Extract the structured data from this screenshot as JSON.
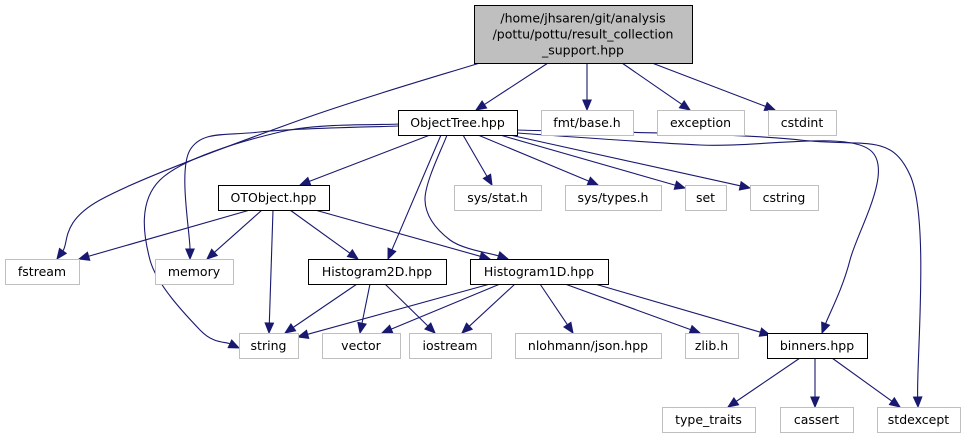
{
  "graph": {
    "type": "include-dependency-graph",
    "edge_color": "#191970",
    "nodes": [
      {
        "id": "root",
        "kind": "root",
        "lines": [
          "/home/jhsaren/git/analysis",
          "/pottu/pottu/result_collection",
          "_support.hpp"
        ]
      },
      {
        "id": "objecttree",
        "kind": "local",
        "lines": [
          "ObjectTree.hpp"
        ]
      },
      {
        "id": "fmtbase",
        "kind": "system",
        "lines": [
          "fmt/base.h"
        ]
      },
      {
        "id": "exception",
        "kind": "system",
        "lines": [
          "exception"
        ]
      },
      {
        "id": "cstdint",
        "kind": "system",
        "lines": [
          "cstdint"
        ]
      },
      {
        "id": "otobject",
        "kind": "local",
        "lines": [
          "OTObject.hpp"
        ]
      },
      {
        "id": "sysstat",
        "kind": "system",
        "lines": [
          "sys/stat.h"
        ]
      },
      {
        "id": "systypes",
        "kind": "system",
        "lines": [
          "sys/types.h"
        ]
      },
      {
        "id": "set",
        "kind": "system",
        "lines": [
          "set"
        ]
      },
      {
        "id": "cstring",
        "kind": "system",
        "lines": [
          "cstring"
        ]
      },
      {
        "id": "fstream",
        "kind": "system",
        "lines": [
          "fstream"
        ]
      },
      {
        "id": "memory",
        "kind": "system",
        "lines": [
          "memory"
        ]
      },
      {
        "id": "histogram2d",
        "kind": "local",
        "lines": [
          "Histogram2D.hpp"
        ]
      },
      {
        "id": "histogram1d",
        "kind": "local",
        "lines": [
          "Histogram1D.hpp"
        ]
      },
      {
        "id": "string",
        "kind": "system",
        "lines": [
          "string"
        ]
      },
      {
        "id": "vector",
        "kind": "system",
        "lines": [
          "vector"
        ]
      },
      {
        "id": "iostream",
        "kind": "system",
        "lines": [
          "iostream"
        ]
      },
      {
        "id": "nlohmannjson",
        "kind": "system",
        "lines": [
          "nlohmann/json.hpp"
        ]
      },
      {
        "id": "zlib",
        "kind": "system",
        "lines": [
          "zlib.h"
        ]
      },
      {
        "id": "binners",
        "kind": "local",
        "lines": [
          "binners.hpp"
        ]
      },
      {
        "id": "typetraits",
        "kind": "system",
        "lines": [
          "type_traits"
        ]
      },
      {
        "id": "cassert",
        "kind": "system",
        "lines": [
          "cassert"
        ]
      },
      {
        "id": "stdexcept",
        "kind": "system",
        "lines": [
          "stdexcept"
        ]
      }
    ],
    "edges": [
      {
        "from": "root",
        "to": "fstream"
      },
      {
        "from": "root",
        "to": "objecttree"
      },
      {
        "from": "root",
        "to": "fmtbase"
      },
      {
        "from": "root",
        "to": "exception"
      },
      {
        "from": "root",
        "to": "cstdint"
      },
      {
        "from": "objecttree",
        "to": "otobject"
      },
      {
        "from": "objecttree",
        "to": "memory"
      },
      {
        "from": "objecttree",
        "to": "string"
      },
      {
        "from": "objecttree",
        "to": "histogram2d"
      },
      {
        "from": "objecttree",
        "to": "histogram1d"
      },
      {
        "from": "objecttree",
        "to": "sysstat"
      },
      {
        "from": "objecttree",
        "to": "systypes"
      },
      {
        "from": "objecttree",
        "to": "set"
      },
      {
        "from": "objecttree",
        "to": "cstring"
      },
      {
        "from": "objecttree",
        "to": "binners"
      },
      {
        "from": "objecttree",
        "to": "stdexcept"
      },
      {
        "from": "otobject",
        "to": "fstream"
      },
      {
        "from": "otobject",
        "to": "memory"
      },
      {
        "from": "otobject",
        "to": "string"
      },
      {
        "from": "otobject",
        "to": "histogram2d"
      },
      {
        "from": "otobject",
        "to": "histogram1d"
      },
      {
        "from": "histogram2d",
        "to": "string"
      },
      {
        "from": "histogram2d",
        "to": "vector"
      },
      {
        "from": "histogram2d",
        "to": "iostream"
      },
      {
        "from": "histogram1d",
        "to": "string"
      },
      {
        "from": "histogram1d",
        "to": "vector"
      },
      {
        "from": "histogram1d",
        "to": "iostream"
      },
      {
        "from": "histogram1d",
        "to": "nlohmannjson"
      },
      {
        "from": "histogram1d",
        "to": "zlib"
      },
      {
        "from": "histogram1d",
        "to": "binners"
      },
      {
        "from": "binners",
        "to": "typetraits"
      },
      {
        "from": "binners",
        "to": "cassert"
      },
      {
        "from": "binners",
        "to": "stdexcept"
      }
    ]
  }
}
